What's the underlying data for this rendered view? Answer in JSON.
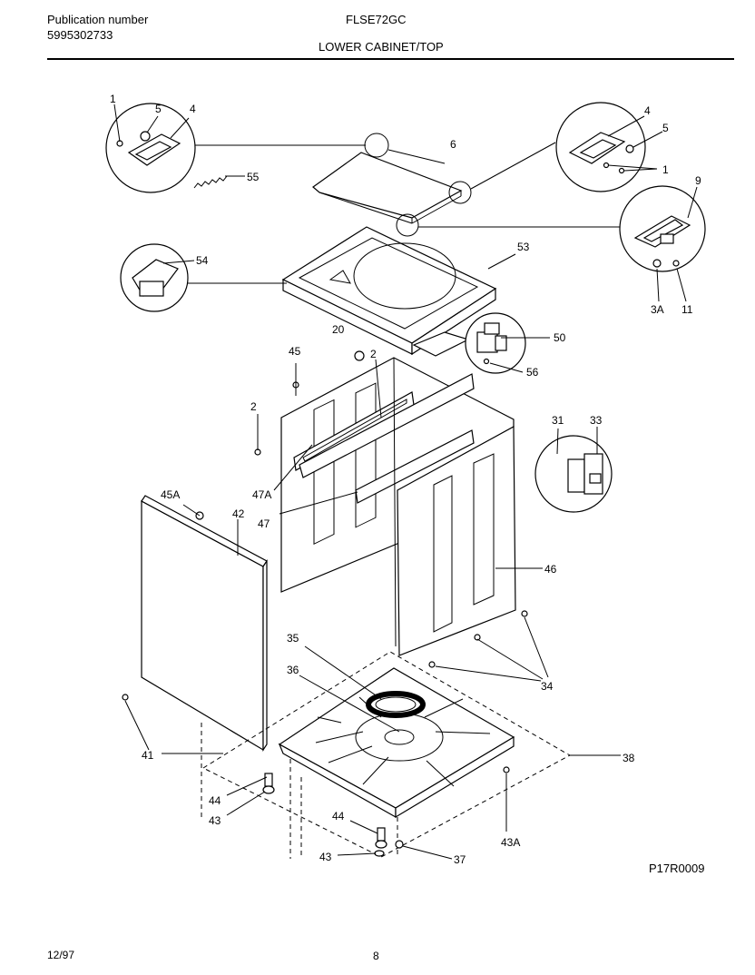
{
  "header": {
    "publication_label": "Publication number",
    "publication_number": "5995302733",
    "model": "FLSE72GC",
    "section_title": "LOWER CABINET/TOP"
  },
  "callouts": {
    "c1a": "1",
    "c5a": "5",
    "c4a": "4",
    "c55": "55",
    "c6": "6",
    "c4b": "4",
    "c5b": "5",
    "c1b": "1",
    "c9": "9",
    "c3a": "3A",
    "c11": "11",
    "c54": "54",
    "c53": "53",
    "c50": "50",
    "c56": "56",
    "c20": "20",
    "c45": "45",
    "c2a": "2",
    "c2b": "2",
    "c47a": "47A",
    "c47": "47",
    "c45a": "45A",
    "c42": "42",
    "c31": "31",
    "c33": "33",
    "c46": "46",
    "c35": "35",
    "c36": "36",
    "c34": "34",
    "c41": "41",
    "c38": "38",
    "c44a": "44",
    "c43a": "43",
    "c44b": "44",
    "c43b": "43",
    "c37": "37",
    "c43c": "43A"
  },
  "drawing_code": "P17R0009",
  "footer": {
    "date": "12/97",
    "page": "8"
  }
}
